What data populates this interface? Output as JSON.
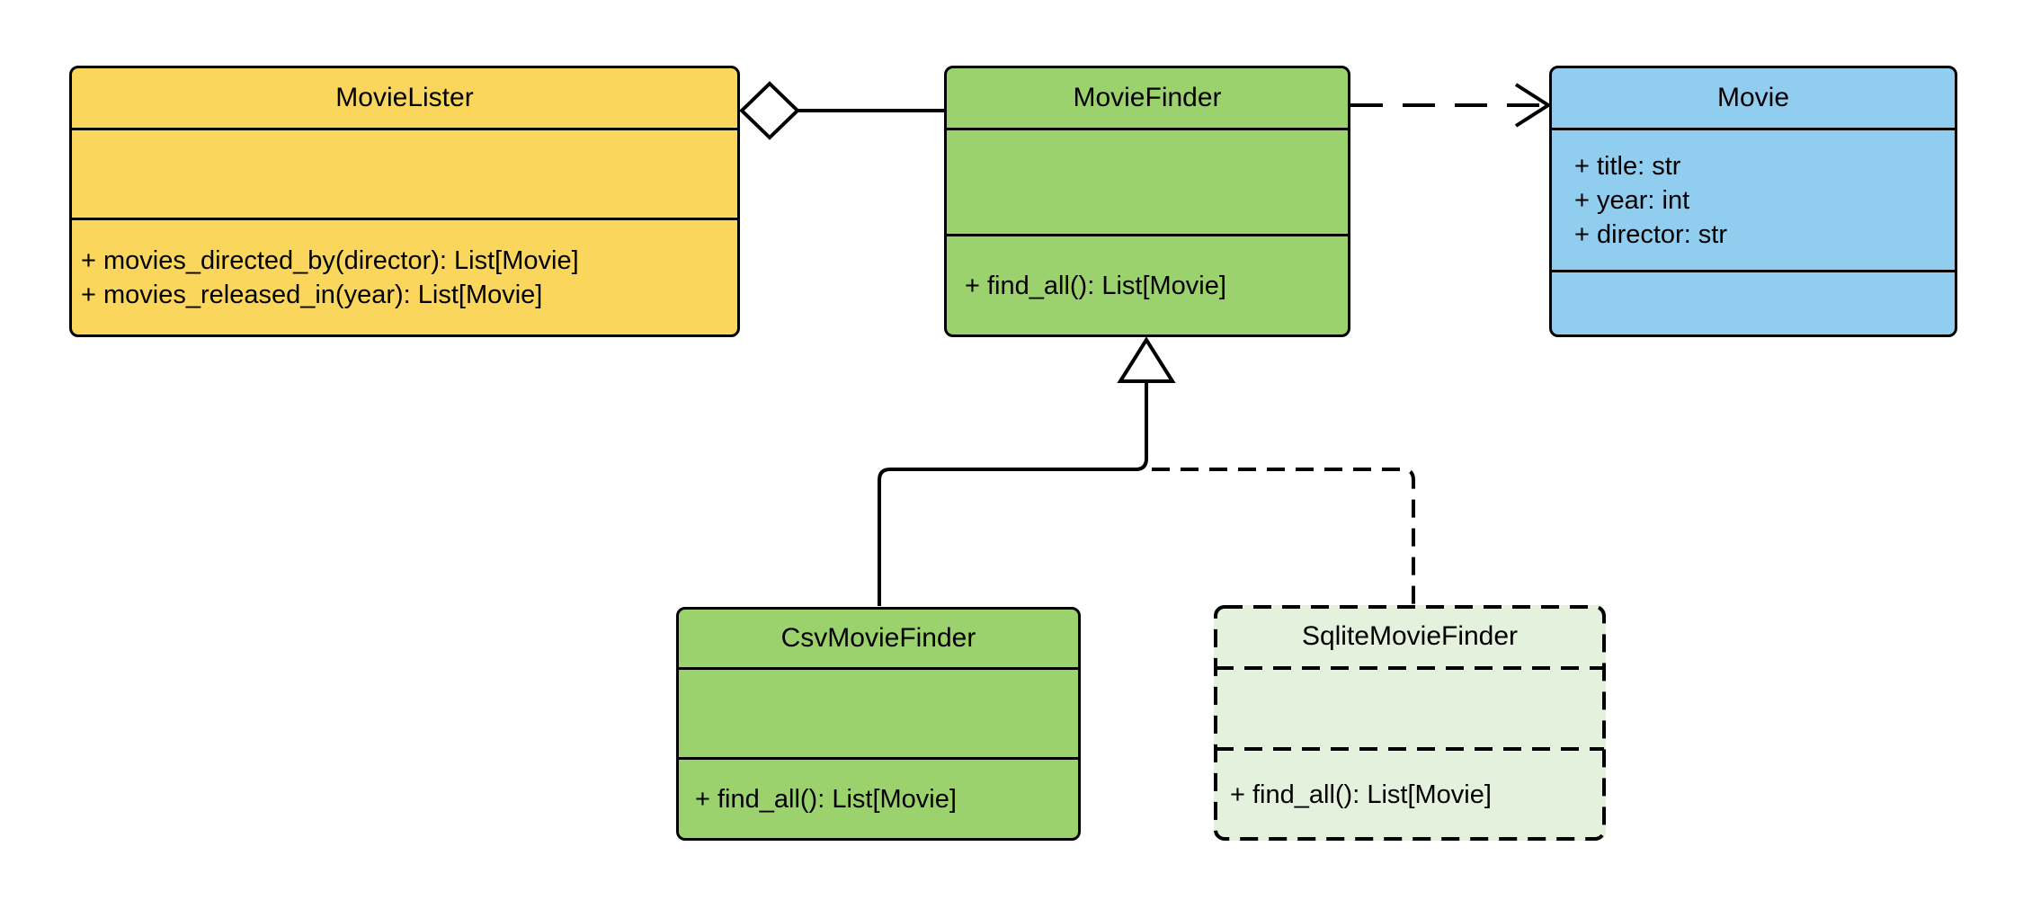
{
  "diagram_type": "uml-class-diagram",
  "classes": [
    {
      "name": "MovieLister",
      "attributes": [],
      "methods": [
        "+ movies_directed_by(director): List[Movie]",
        "+ movies_released_in(year): List[Movie]"
      ],
      "fill": "#FBD65D",
      "border": "solid"
    },
    {
      "name": "MovieFinder",
      "attributes": [],
      "methods": [
        "+ find_all(): List[Movie]"
      ],
      "fill": "#9BD26E",
      "border": "solid"
    },
    {
      "name": "Movie",
      "attributes": [
        "+ title: str",
        "+ year: int",
        "+ director: str"
      ],
      "methods": [],
      "fill": "#91CDEE",
      "border": "solid"
    },
    {
      "name": "CsvMovieFinder",
      "attributes": [],
      "methods": [
        "+ find_all(): List[Movie]"
      ],
      "fill": "#9BD26E",
      "border": "solid"
    },
    {
      "name": "SqliteMovieFinder",
      "attributes": [],
      "methods": [
        "+ find_all(): List[Movie]"
      ],
      "fill": "#E4F1DC",
      "border": "dashed"
    }
  ],
  "relationships": [
    {
      "type": "aggregation",
      "source": "MovieLister",
      "target": "MovieFinder",
      "line": "solid",
      "marker": "hollow-diamond-at-source"
    },
    {
      "type": "dependency",
      "source": "MovieFinder",
      "target": "Movie",
      "line": "dashed",
      "marker": "open-arrow-at-target"
    },
    {
      "type": "generalization",
      "source": "CsvMovieFinder",
      "target": "MovieFinder",
      "line": "solid",
      "marker": "hollow-triangle-at-target"
    },
    {
      "type": "generalization",
      "source": "SqliteMovieFinder",
      "target": "MovieFinder",
      "line": "dashed",
      "marker": "hollow-triangle-at-target"
    }
  ],
  "colors": {
    "canvas_background": "#FFFFFF",
    "stroke": "#000000",
    "marker_fill": "#FFFFFF",
    "movie_lister_fill": "#FBD65D",
    "movie_finder_fill": "#9BD26E",
    "movie_fill": "#91CDEE",
    "csv_movie_finder_fill": "#9BD26E",
    "sqlite_movie_finder_fill": "#E4F1DC"
  }
}
